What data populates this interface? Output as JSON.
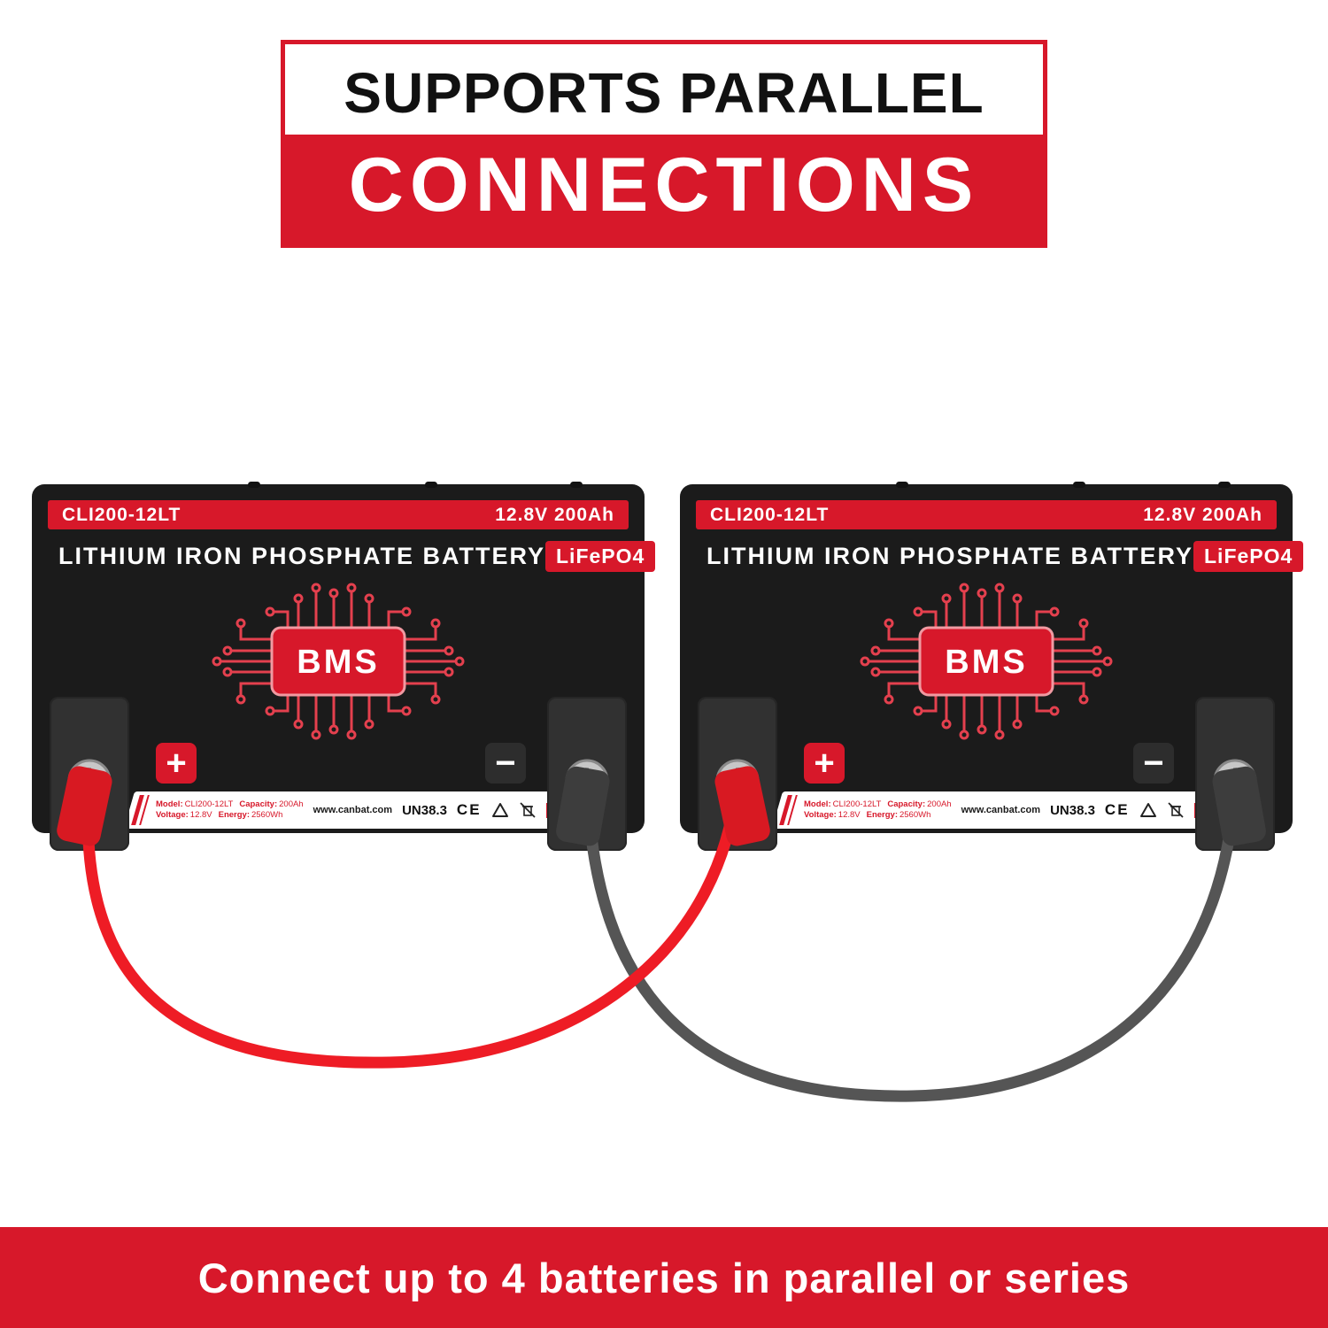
{
  "banner": {
    "line1": "SUPPORTS PARALLEL",
    "line2": "CONNECTIONS"
  },
  "battery": {
    "model": "CLI200-12LT",
    "rating": "12.8V  200Ah",
    "title": "LITHIUM IRON PHOSPHATE BATTERY",
    "chemistry_badge": "LiFePO4",
    "bms_label": "BMS",
    "plus_symbol": "+",
    "minus_symbol": "−",
    "specs": {
      "model_label": "Model:",
      "model_value": "CLI200-12LT",
      "capacity_label": "Capacity:",
      "capacity_value": "200Ah",
      "voltage_label": "Voltage:",
      "voltage_value": "12.8V",
      "energy_label": "Energy:",
      "energy_value": "2560Wh",
      "website": "www.canbat.com",
      "certification": "UN38.3",
      "ce_mark": "CE"
    }
  },
  "footer": {
    "text": "Connect up to 4 batteries in parallel or series"
  },
  "colors": {
    "red": "#d7182a",
    "cable_red": "#ee1c25",
    "cable_dark": "#555555",
    "battery_dark": "#1b1b1b"
  }
}
